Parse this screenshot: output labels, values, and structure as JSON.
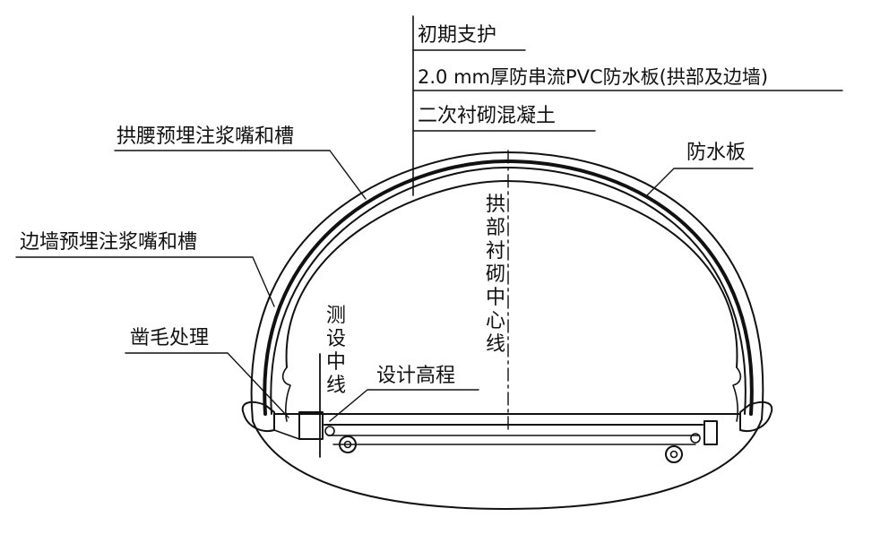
{
  "labels": {
    "initial_support": "初期支护",
    "waterproof_sheet_spec": "2.0 mm厚防串流PVC防水板(拱部及边墙)",
    "secondary_lining": "二次衬砌混凝土",
    "haunch_grout": "拱腰预埋注浆嘴和槽",
    "waterproof_sheet": "防水板",
    "arch_centerline": "拱部衬砌中心线",
    "sidewall_grout": "边墙预埋注浆嘴和槽",
    "survey_centerline": "测设中线",
    "roughening": "凿毛处理",
    "design_elevation": "设计高程"
  },
  "colors": {
    "ink": "#111111",
    "background": "#ffffff"
  }
}
